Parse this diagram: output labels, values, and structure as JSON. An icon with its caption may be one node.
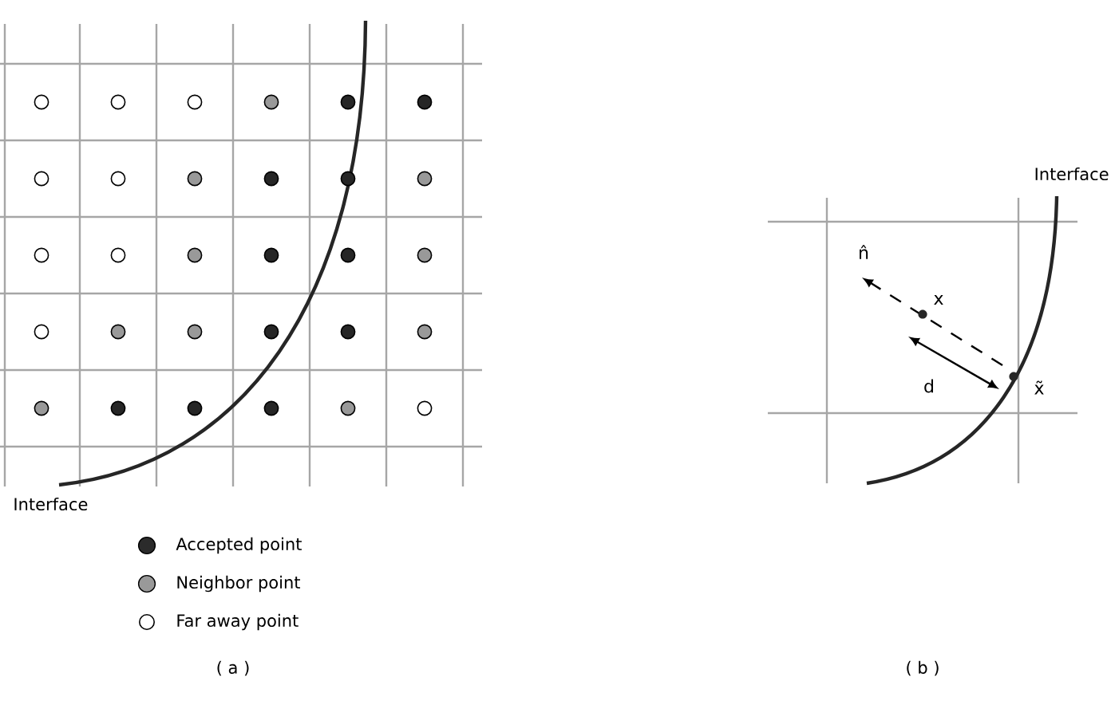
{
  "diagram": {
    "labels": [
      "Interface",
      "( a )",
      "Interface",
      "n̂",
      "x",
      "d",
      "x̃",
      "( b )"
    ],
    "legend": [
      {
        "text": "Accepted point",
        "color": "#2b2b2b"
      },
      {
        "text": "Neighbor point",
        "color": "#999999"
      },
      {
        "text": "Far away point"
      }
    ]
  }
}
